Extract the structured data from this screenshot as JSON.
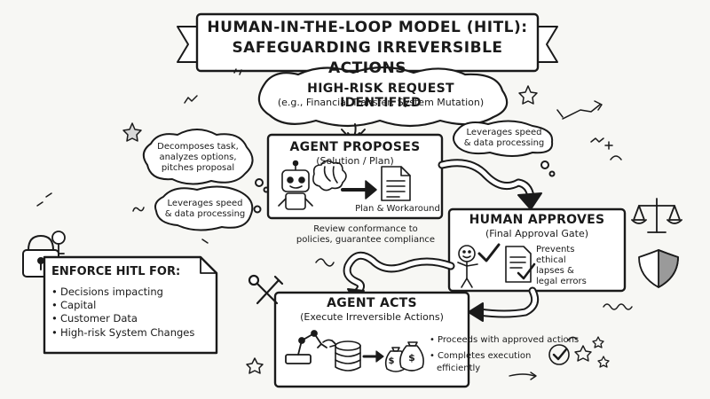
{
  "title": {
    "line1": "HUMAN-IN-THE-LOOP MODEL (HITL):",
    "line2": "SAFEGUARDING IRREVERSIBLE ACTIONS"
  },
  "request": {
    "heading": "HIGH-RISK REQUEST IDENTIFIED",
    "examples": "(e.g., Financial Transfer, System Mutation)"
  },
  "propose": {
    "heading": "AGENT PROPOSES",
    "sub": "(Solution / Plan)",
    "doc_label": "Plan & Workaround",
    "cloud_left_1": [
      "Decomposes task,",
      "analyzes options,",
      "pitches proposal"
    ],
    "cloud_left_2": [
      "Leverages speed",
      "& data processing"
    ],
    "cloud_right": [
      "Leverages speed",
      "& data processing"
    ]
  },
  "review_note": [
    "Review conformance to",
    "policies, guarantee compliance"
  ],
  "approve": {
    "heading": "HUMAN APPROVES",
    "sub": "(Final Approval Gate)",
    "note": [
      "Prevents",
      "ethical",
      "lapses &",
      "legal errors"
    ]
  },
  "enforce": {
    "heading": "ENFORCE HITL FOR:",
    "items": [
      "Decisions impacting",
      "Capital",
      "Customer Data",
      "High-risk System Changes"
    ]
  },
  "acts": {
    "heading": "AGENT ACTS",
    "sub": "(Execute Irreversible Actions)",
    "bullets": [
      "Proceeds with approved actions",
      "Completes execution"
    ],
    "bullet_cont": "efficiently"
  },
  "icons": {
    "money": "$"
  }
}
